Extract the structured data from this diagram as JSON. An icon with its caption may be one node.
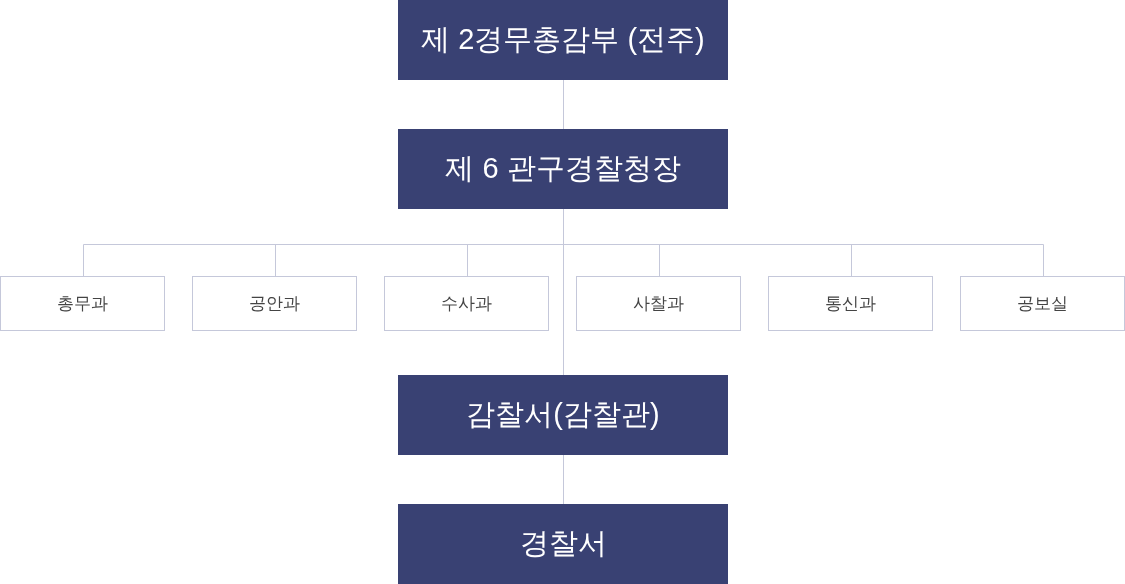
{
  "diagram": {
    "nodes": [
      {
        "text": [
          "제 2경무총감부 (전주)"
        ]
      },
      {
        "text": [
          "제 6 관구경찰청장"
        ]
      },
      {
        "text": [
          "총무과"
        ]
      },
      {
        "text": [
          "공안과"
        ]
      },
      {
        "text": [
          "수사과"
        ]
      },
      {
        "text": [
          "사찰과"
        ]
      },
      {
        "text": [
          "통신과"
        ]
      },
      {
        "text": [
          "공보실"
        ]
      },
      {
        "text": [
          "감찰서(감찰관)"
        ]
      },
      {
        "text": [
          "경찰서"
        ]
      }
    ],
    "edges": [
      {
        "from": 0,
        "to": 1,
        "arrow": "none"
      },
      {
        "from": 1,
        "to": 2,
        "arrow": "none"
      },
      {
        "from": 1,
        "to": 3,
        "arrow": "none"
      },
      {
        "from": 1,
        "to": 4,
        "arrow": "none"
      },
      {
        "from": 1,
        "to": 5,
        "arrow": "none"
      },
      {
        "from": 1,
        "to": 6,
        "arrow": "none"
      },
      {
        "from": 1,
        "to": 7,
        "arrow": "none"
      },
      {
        "from": 1,
        "to": 8,
        "arrow": "none"
      },
      {
        "from": 8,
        "to": 9,
        "arrow": "none"
      }
    ]
  }
}
